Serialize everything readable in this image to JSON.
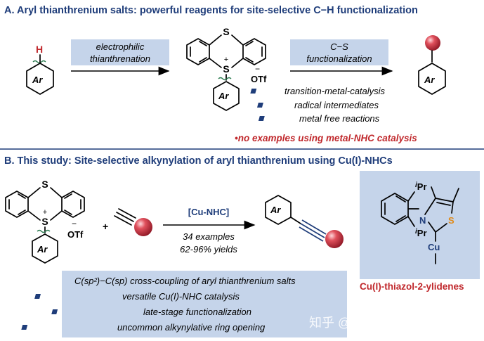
{
  "sectionA": {
    "title": "A. Aryl thianthrenium salts: powerful reagents for site-selective C−H functionalization",
    "h_label": "H",
    "ar_label": "Ar",
    "arrow1": {
      "line1": "electrophilic",
      "line2": "thianthrenation"
    },
    "arrow2": {
      "line1": "C−S",
      "line2": "functionalization"
    },
    "s_top": "S",
    "s_plus": "S",
    "plus_sign": "+",
    "minus_sign": "−",
    "counterion": "OTf",
    "bullets": [
      "transition-metal-catalysis",
      "radical intermediates",
      "metal free reactions"
    ],
    "note": "•no examples using metal-NHC catalysis"
  },
  "sectionB": {
    "title": "B. This study: Site-selective alkynylation of aryl thianthrenium using Cu(I)-NHCs",
    "plus": "+",
    "reagent": "[Cu-NHC]",
    "examples": "34 examples",
    "yields": "62-96% yields",
    "bullets": [
      "C(sp²)−C(sp) cross-coupling of aryl thianthrenium salts",
      "versatile Cu(I)-NHC catalysis",
      "late-stage functionalization",
      "uncommon alkynylative ring opening"
    ],
    "catalyst": {
      "ipr_top": "iPr",
      "ipr_bottom": "iPr",
      "n_label": "N",
      "s_label": "S",
      "cu_label": "Cu",
      "caption": "Cu(I)-thiazol-2-ylidenes"
    }
  },
  "watermark": "知乎 @化学领域前沿文献",
  "colors": {
    "heading": "#1f3d7a",
    "accent_red": "#c0282c",
    "panel_blue": "#c5d4ea",
    "wavy_green": "#2e7d52",
    "sphere": "#c8283a"
  }
}
